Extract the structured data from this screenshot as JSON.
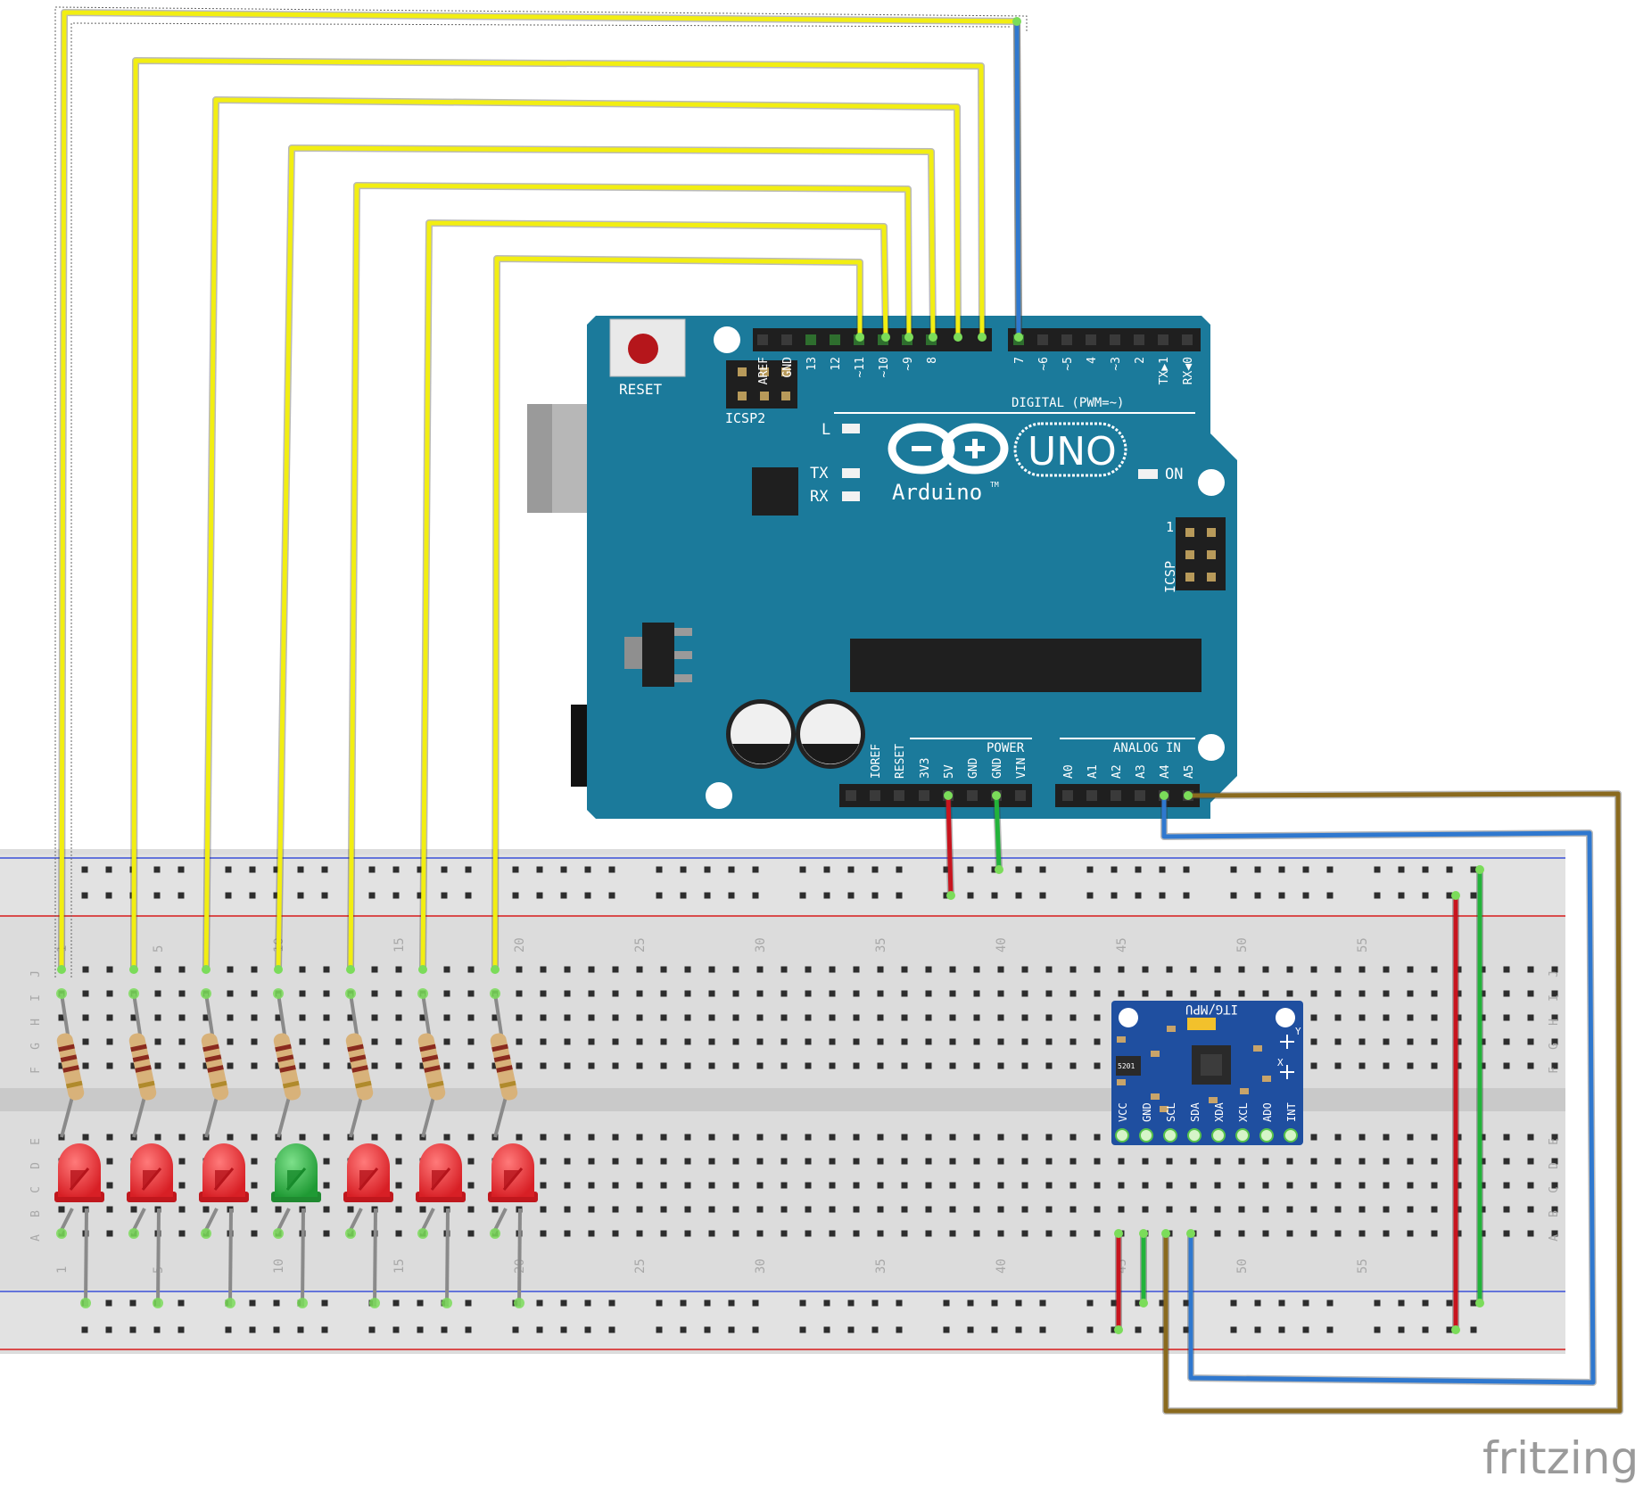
{
  "watermark": "fritzing",
  "arduino": {
    "model": "UNO",
    "brand": "Arduino",
    "trademark": "TM",
    "reset_label": "RESET",
    "icsp2_label": "ICSP2",
    "icsp_label": "ICSP",
    "icsp_pin1": "1",
    "digital_label": "DIGITAL (PWM=~)",
    "power_label": "POWER",
    "analog_label": "ANALOG IN",
    "led_l": "L",
    "led_tx": "TX",
    "led_rx": "RX",
    "led_on": "ON",
    "digital_pins": [
      "AREF",
      "GND",
      "13",
      "12",
      "~11",
      "~10",
      "~9",
      "8",
      "7",
      "~6",
      "~5",
      "4",
      "~3",
      "2",
      "TX▶1",
      "RX◀0"
    ],
    "power_pins": [
      "IOREF",
      "RESET",
      "3V3",
      "5V",
      "GND",
      "GND",
      "VIN"
    ],
    "analog_pins": [
      "A0",
      "A1",
      "A2",
      "A3",
      "A4",
      "A5"
    ]
  },
  "breadboard": {
    "column_numbers": [
      "1",
      "5",
      "10",
      "15",
      "20",
      "25",
      "30",
      "35",
      "40",
      "45",
      "50",
      "55"
    ],
    "top_rows": [
      "J",
      "I",
      "H",
      "G",
      "F"
    ],
    "bottom_rows": [
      "E",
      "D",
      "C",
      "B",
      "A"
    ]
  },
  "sensor": {
    "title": "ITG/MPU",
    "chip_label": "5201",
    "pins": [
      "VCC",
      "GND",
      "SCL",
      "SDA",
      "XDA",
      "XCL",
      "ADO",
      "INT"
    ],
    "axis_labels": [
      "Y",
      "X"
    ]
  },
  "leds": {
    "colors": [
      "red",
      "red",
      "red",
      "green",
      "red",
      "red",
      "red"
    ]
  },
  "colors": {
    "board": "#1b7a9b",
    "breadboard": "#dcdcdc",
    "signal_wire": "#f2ee12",
    "i2c_sda_wire": "#2f78cf",
    "i2c_scl_wire": "#8a6a1e",
    "power_wire": "#c8141e",
    "ground_wire": "#22b33a",
    "led_red": "#e8252b",
    "led_green": "#27a83e"
  }
}
